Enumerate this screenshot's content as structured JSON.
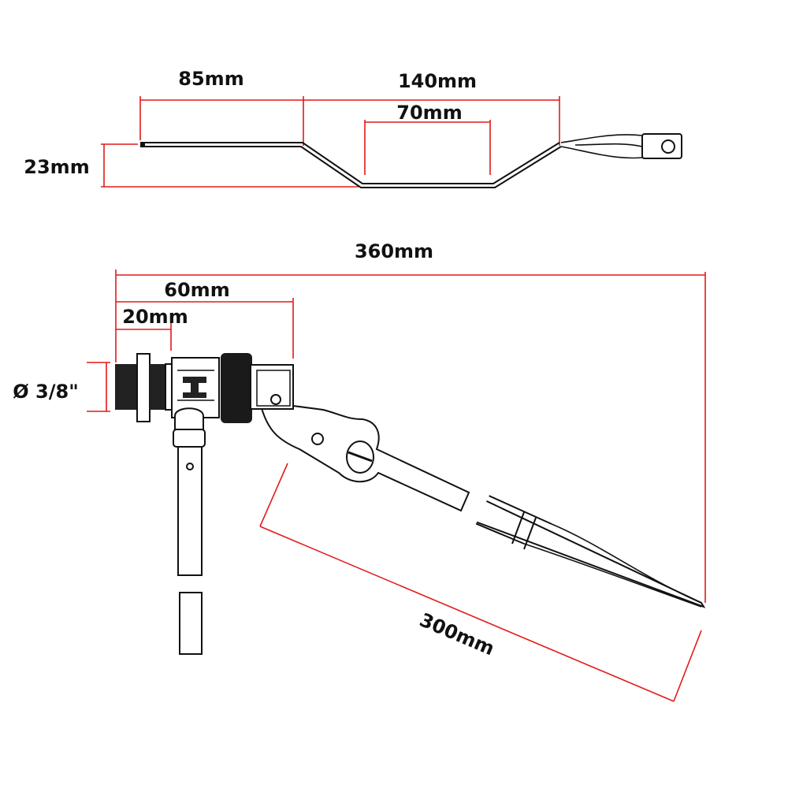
{
  "colors": {
    "dimension_line": "#e01b1b",
    "outline": "#111111"
  },
  "top_view": {
    "dims": {
      "length_a": "85mm",
      "length_b": "140mm",
      "length_c": "70mm",
      "height": "23mm"
    }
  },
  "bottom_view": {
    "dims": {
      "overall": "360mm",
      "body": "60mm",
      "thread": "20mm",
      "diameter": "Ø 3/8\"",
      "arm": "300mm"
    }
  }
}
